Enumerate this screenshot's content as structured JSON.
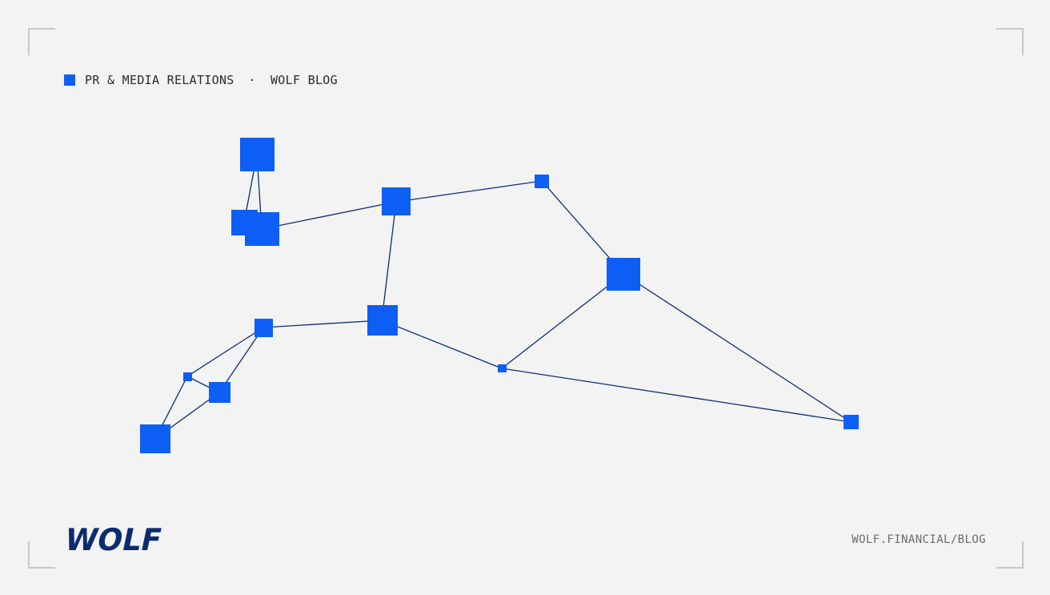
{
  "header": {
    "category": "PR & MEDIA RELATIONS",
    "separator": "·",
    "section": "WOLF BLOG"
  },
  "logo": {
    "text": "WOLF",
    "color": "#0b2d6e"
  },
  "footer": {
    "url": "WOLF.FINANCIAL/BLOG"
  },
  "colors": {
    "background": "#f3f3f3",
    "node": "#0d5ef5",
    "edge": "#0b2d6e",
    "corner": "#c9c9c9"
  }
}
